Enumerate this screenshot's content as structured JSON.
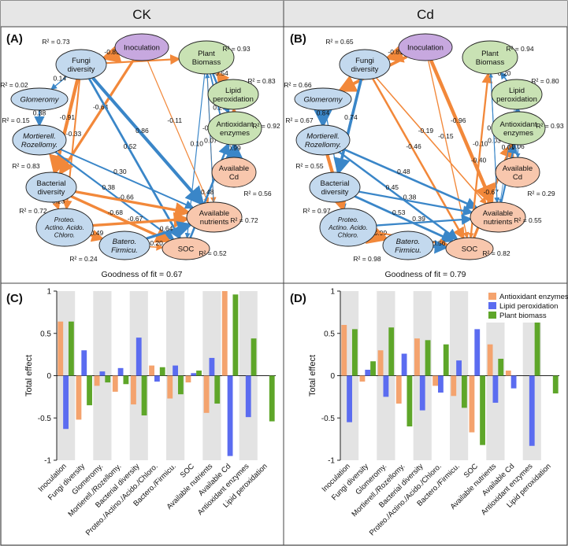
{
  "header": {
    "left": "CK",
    "right": "Cd"
  },
  "panels": {
    "A": {
      "label": "(A)",
      "fit": "Goodness of fit = 0.67",
      "nodes": [
        {
          "id": "inoc",
          "label": [
            "Inoculation"
          ],
          "r2": ""
        },
        {
          "id": "fungi",
          "label": [
            "Fungi",
            "diversity"
          ],
          "r2": "R² = 0.73"
        },
        {
          "id": "glom",
          "label": [
            "Glomeromy"
          ],
          "r2": "R² = 0.02",
          "italic": true
        },
        {
          "id": "mort",
          "label": [
            "Mortierell.",
            "Rozellomy."
          ],
          "r2": "R² = 0.15",
          "italic": true
        },
        {
          "id": "bact",
          "label": [
            "Bacterial",
            "diversity"
          ],
          "r2": "R² = 0.83"
        },
        {
          "id": "proteo",
          "label": [
            "Proteo.",
            "Actino. Acido.",
            "Chloro."
          ],
          "r2": "R² = 0.72",
          "italic": true
        },
        {
          "id": "batero",
          "label": [
            "Batero.",
            "Firmicu."
          ],
          "r2": "R² = 0.24",
          "italic": true
        },
        {
          "id": "soc",
          "label": [
            "SOC"
          ],
          "r2": "R² = 0.52"
        },
        {
          "id": "avn",
          "label": [
            "Available",
            "nutrients"
          ],
          "r2": "R² = 0.72"
        },
        {
          "id": "avcd",
          "label": [
            "Available",
            "Cd"
          ],
          "r2": "R² = 0.56"
        },
        {
          "id": "antiox",
          "label": [
            "Antioxidant",
            "enzymes"
          ],
          "r2": "R² = 0.92"
        },
        {
          "id": "lipid",
          "label": [
            "Lipid",
            "peroxidation"
          ],
          "r2": "R² = 0.83"
        },
        {
          "id": "plant",
          "label": [
            "Plant",
            "Biomass"
          ],
          "r2": "R² = 0.93"
        }
      ],
      "paths": [
        {
          "from": "inoc",
          "to": "fungi",
          "coef": "-0.85"
        },
        {
          "from": "inoc",
          "to": "bact",
          "coef": "-0.64"
        },
        {
          "from": "inoc",
          "to": "avn",
          "coef": "-0.11"
        },
        {
          "from": "fungi",
          "to": "glom",
          "coef": "0.14"
        },
        {
          "from": "fungi",
          "to": "proteo",
          "coef": "-0.33"
        },
        {
          "from": "fungi",
          "to": "avn",
          "coef": "0.86"
        },
        {
          "from": "fungi",
          "to": "soc",
          "coef": "0.52"
        },
        {
          "from": "fungi",
          "to": "bact",
          "coef": "-0.91"
        },
        {
          "from": "glom",
          "to": "mort",
          "coef": "0.38"
        },
        {
          "from": "mort",
          "to": "avn",
          "coef": "0.30"
        },
        {
          "from": "mort",
          "to": "soc",
          "coef": "0.38"
        },
        {
          "from": "bact",
          "to": "avn",
          "coef": "-0.66"
        },
        {
          "from": "bact",
          "to": "soc",
          "coef": "-0.68"
        },
        {
          "from": "bact",
          "to": "proteo",
          "coef": "-0.23"
        },
        {
          "from": "proteo",
          "to": "batero",
          "coef": "-0.49"
        },
        {
          "from": "proteo",
          "to": "avn",
          "coef": "-0.67"
        },
        {
          "from": "batero",
          "to": "avn",
          "coef": "0.64"
        },
        {
          "from": "batero",
          "to": "soc",
          "coef": "-0.20"
        },
        {
          "from": "plant",
          "to": "soc",
          "coef": "0.10"
        },
        {
          "from": "plant",
          "to": "avn",
          "coef": "-0.12"
        },
        {
          "from": "plant",
          "to": "avcd",
          "coef": "0.27"
        },
        {
          "from": "plant",
          "to": "antiox",
          "coef": "0.46"
        },
        {
          "from": "lipid",
          "to": "plant",
          "coef": "-0.54"
        },
        {
          "from": "antiox",
          "to": "lipid",
          "coef": "-0.48"
        },
        {
          "from": "avcd",
          "to": "antiox",
          "coef": "0.99"
        },
        {
          "from": "avn",
          "to": "plant",
          "coef": "0.07"
        },
        {
          "from": "soc",
          "to": "antiox",
          "coef": "0.48"
        },
        {
          "from": "fungi",
          "to": "plant",
          "coef": "-0.37"
        }
      ]
    },
    "B": {
      "label": "(B)",
      "fit": "Goodness of fit = 0.79",
      "nodes": [
        {
          "id": "inoc",
          "label": [
            "Inoculation"
          ],
          "r2": ""
        },
        {
          "id": "fungi",
          "label": [
            "Fungi",
            "diversity"
          ],
          "r2": "R² = 0.65"
        },
        {
          "id": "glom",
          "label": [
            "Glomeromy"
          ],
          "r2": "R² = 0.66",
          "italic": true
        },
        {
          "id": "mort",
          "label": [
            "Mortierell.",
            "Rozellomy."
          ],
          "r2": "R² = 0.67",
          "italic": true
        },
        {
          "id": "bact",
          "label": [
            "Bacterial",
            "diversity"
          ],
          "r2": "R² = 0.55"
        },
        {
          "id": "proteo",
          "label": [
            "Proteo.",
            "Actino. Acido.",
            "Chloro."
          ],
          "r2": "R² = 0.97",
          "italic": true
        },
        {
          "id": "batero",
          "label": [
            "Batero.",
            "Firmicu."
          ],
          "r2": "R² = 0.98",
          "italic": true
        },
        {
          "id": "soc",
          "label": [
            "SOC"
          ],
          "r2": "R² = 0.82"
        },
        {
          "id": "avn",
          "label": [
            "Available",
            "nutrients"
          ],
          "r2": "R² = 0.55"
        },
        {
          "id": "avcd",
          "label": [
            "Available",
            "Cd"
          ],
          "r2": "R² = 0.29"
        },
        {
          "id": "antiox",
          "label": [
            "Antioxidant",
            "enzymes"
          ],
          "r2": "R² = 0.93"
        },
        {
          "id": "lipid",
          "label": [
            "Lipid",
            "peroxidation"
          ],
          "r2": "R² = 0.80"
        },
        {
          "id": "plant",
          "label": [
            "Plant",
            "Biomass"
          ],
          "r2": "R² = 0.94"
        }
      ],
      "paths": [
        {
          "from": "inoc",
          "to": "fungi",
          "coef": "-0.81"
        },
        {
          "from": "inoc",
          "to": "glom",
          "coef": "-0.81"
        },
        {
          "from": "inoc",
          "to": "avn",
          "coef": "-0.96"
        },
        {
          "from": "inoc",
          "to": "soc",
          "coef": "-0.15"
        },
        {
          "from": "fungi",
          "to": "bact",
          "coef": "0.74"
        },
        {
          "from": "fungi",
          "to": "soc",
          "coef": "-0.46"
        },
        {
          "from": "fungi",
          "to": "avn",
          "coef": "-0.19"
        },
        {
          "from": "glom",
          "to": "mort",
          "coef": "0.84"
        },
        {
          "from": "glom",
          "to": "proteo",
          "coef": "0.11"
        },
        {
          "from": "mort",
          "to": "avn",
          "coef": "0.48"
        },
        {
          "from": "mort",
          "to": "proteo",
          "coef": "-0.90"
        },
        {
          "from": "mort",
          "to": "soc",
          "coef": "0.45"
        },
        {
          "from": "bact",
          "to": "avn",
          "coef": "0.38"
        },
        {
          "from": "bact",
          "to": "soc",
          "coef": "0.53"
        },
        {
          "from": "proteo",
          "to": "batero",
          "coef": "-0.99"
        },
        {
          "from": "proteo",
          "to": "soc",
          "coef": "-0.33"
        },
        {
          "from": "proteo",
          "to": "avn",
          "coef": "0.39"
        },
        {
          "from": "batero",
          "to": "soc",
          "coef": "0.56"
        },
        {
          "from": "soc",
          "to": "plant",
          "coef": "-0.40"
        },
        {
          "from": "soc",
          "to": "antiox",
          "coef": "-0.67"
        },
        {
          "from": "avn",
          "to": "antiox",
          "coef": "0.38"
        },
        {
          "from": "avn",
          "to": "plant",
          "coef": "0.03"
        },
        {
          "from": "lipid",
          "to": "plant",
          "coef": "0.20"
        },
        {
          "from": "antiox",
          "to": "lipid",
          "coef": "0.83"
        },
        {
          "from": "antiox",
          "to": "avcd",
          "coef": "0.06"
        },
        {
          "from": "plant",
          "to": "avn",
          "coef": "0.10"
        },
        {
          "from": "plant",
          "to": "soc",
          "coef": "-0.10"
        },
        {
          "from": "lipid",
          "to": "avn",
          "coef": "0.01"
        }
      ]
    }
  },
  "chart_data": [
    {
      "type": "bar",
      "panel": "(C)",
      "title": "",
      "xlabel": "",
      "ylabel": "Total effect",
      "ylim": [
        -1,
        1
      ],
      "yticks": [
        "-1",
        "-0.5",
        "0",
        "0.5",
        "1"
      ],
      "categories": [
        "Inoculation",
        "Fungi diversity",
        "Glomeromy.",
        "Mortierell./Rozellomy.",
        "Bacterial diversity",
        "Proteo./Actino./Acido./Chloro.",
        "Bactero./Firmicu.",
        "SOC",
        "Available nutrients",
        "Available Cd",
        "Antioxidant enzymes",
        "Lipid peroxidation"
      ],
      "series": [
        {
          "name": "Antioxidant enzymes",
          "color": "#f4a36e",
          "values": [
            0.64,
            -0.52,
            -0.12,
            -0.19,
            -0.34,
            0.12,
            -0.27,
            -0.08,
            -0.44,
            1.0,
            null,
            null
          ]
        },
        {
          "name": "Lipid peroxidation",
          "color": "#5b6cf0",
          "values": [
            -0.63,
            0.3,
            0.05,
            0.09,
            0.45,
            -0.07,
            0.12,
            0.03,
            0.21,
            -0.95,
            -0.49,
            null
          ]
        },
        {
          "name": "Plant biomass",
          "color": "#5ea629",
          "values": [
            0.64,
            -0.35,
            -0.08,
            -0.1,
            -0.47,
            0.1,
            -0.22,
            0.06,
            -0.33,
            0.96,
            0.44,
            -0.54
          ]
        }
      ]
    },
    {
      "type": "bar",
      "panel": "(D)",
      "title": "",
      "xlabel": "",
      "ylabel": "Total effect",
      "ylim": [
        -1,
        1
      ],
      "yticks": [
        "-1",
        "-0.5",
        "0",
        "0.5",
        "1"
      ],
      "categories": [
        "Inoculation",
        "Fungi diversity",
        "Glomeromy.",
        "Mortierell./Rozellomy.",
        "Bacterial diversity",
        "Proteo./Actino./Acido./Chloro.",
        "Bactero./Firmicu.",
        "SOC",
        "Available nutrients",
        "Available Cd",
        "Antioxidant enzymes",
        "Lipid peroxidation"
      ],
      "legend_position": "top-right",
      "series": [
        {
          "name": "Antioxidant enzymes",
          "color": "#f4a36e",
          "values": [
            0.6,
            -0.07,
            0.3,
            -0.33,
            0.44,
            -0.12,
            -0.24,
            -0.67,
            0.37,
            0.06,
            null,
            null
          ]
        },
        {
          "name": "Lipid peroxidation",
          "color": "#5b6cf0",
          "values": [
            -0.55,
            0.07,
            -0.25,
            0.26,
            -0.41,
            -0.2,
            0.18,
            0.55,
            -0.32,
            -0.15,
            -0.83,
            null
          ]
        },
        {
          "name": "Plant biomass",
          "color": "#5ea629",
          "values": [
            0.55,
            0.17,
            0.57,
            -0.6,
            0.42,
            0.37,
            -0.38,
            -0.82,
            0.2,
            null,
            0.63,
            -0.21
          ]
        }
      ]
    }
  ],
  "colors": {
    "negative": "#f2883a",
    "positive": "#3a86c8",
    "header_bg": "#e6e6e6",
    "purple": "#c7a8df",
    "blue": "#c3d9ee",
    "green": "#c9e2b4",
    "orange": "#f8c7ad"
  }
}
